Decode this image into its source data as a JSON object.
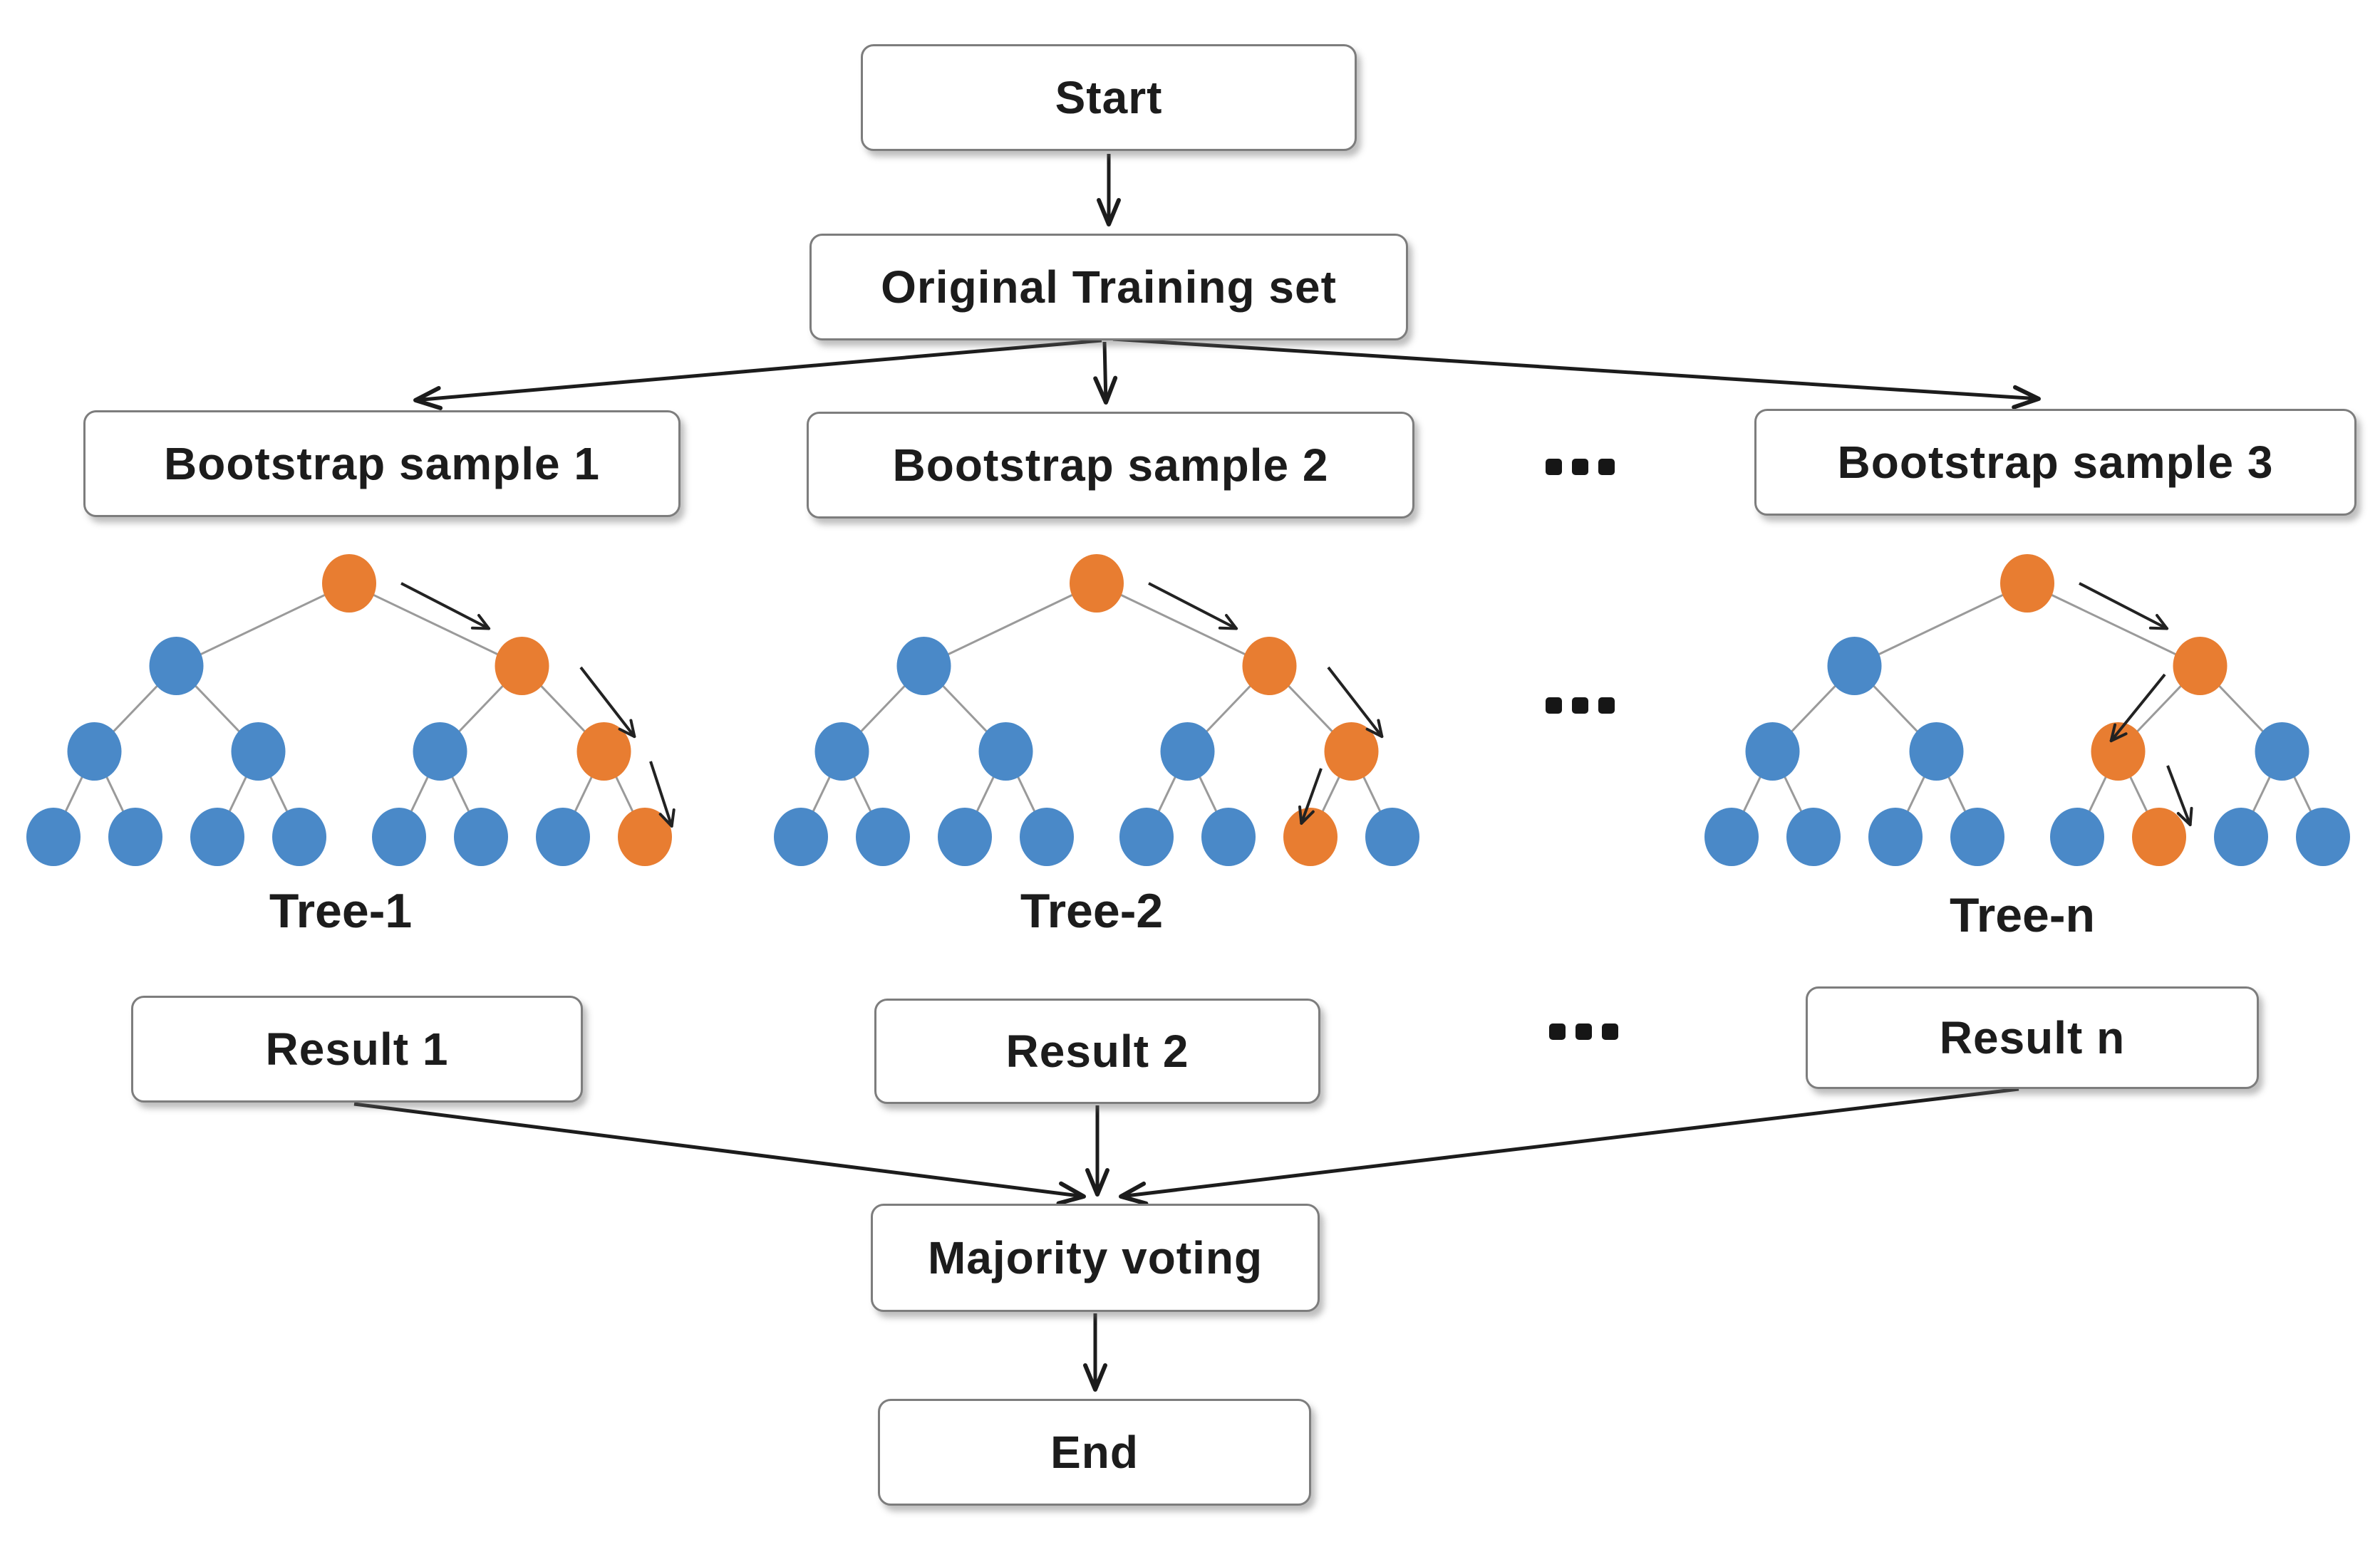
{
  "palette": {
    "orange": "#E87D31",
    "blue": "#4A89C8",
    "edge_gray": "#9A9A9A",
    "arrow_dark": "#222222",
    "connector_black": "#1c1c1c"
  },
  "flowchart": {
    "start_label": "Start",
    "training_set_label": "Original Training set",
    "bootstrap_labels": [
      "Bootstrap sample 1",
      "Bootstrap sample 2",
      "Bootstrap sample 3"
    ],
    "result_labels": [
      "Result 1",
      "Result 2",
      "Result n"
    ],
    "majority_voting_label": "Majority voting",
    "end_label": "End",
    "ellipsis_dot_count": 3
  },
  "trees": [
    {
      "label": "Tree-1",
      "nodes": {
        "root": "orange",
        "level2": [
          "blue",
          "orange"
        ],
        "level3": [
          "blue",
          "blue",
          "blue",
          "orange"
        ],
        "leaves": [
          "blue",
          "blue",
          "blue",
          "blue",
          "blue",
          "blue",
          "blue",
          "orange"
        ]
      },
      "path_arrows": [
        [
          528,
          50,
          652,
          114
        ],
        [
          780,
          168,
          856,
          266
        ],
        [
          878,
          300,
          908,
          392
        ]
      ]
    },
    {
      "label": "Tree-2",
      "nodes": {
        "root": "orange",
        "level2": [
          "blue",
          "orange"
        ],
        "level3": [
          "blue",
          "blue",
          "blue",
          "orange"
        ],
        "leaves": [
          "blue",
          "blue",
          "blue",
          "blue",
          "blue",
          "blue",
          "orange",
          "blue"
        ]
      },
      "path_arrows": [
        [
          528,
          50,
          652,
          114
        ],
        [
          780,
          168,
          856,
          266
        ],
        [
          770,
          310,
          742,
          388
        ]
      ]
    },
    {
      "label": "Tree-n",
      "nodes": {
        "root": "orange",
        "level2": [
          "blue",
          "orange"
        ],
        "level3": [
          "blue",
          "blue",
          "orange",
          "blue"
        ],
        "leaves": [
          "blue",
          "blue",
          "blue",
          "blue",
          "blue",
          "orange",
          "blue",
          "blue"
        ]
      },
      "path_arrows": [
        [
          528,
          50,
          652,
          114
        ],
        [
          648,
          178,
          572,
          272
        ],
        [
          652,
          306,
          684,
          390
        ]
      ]
    }
  ]
}
